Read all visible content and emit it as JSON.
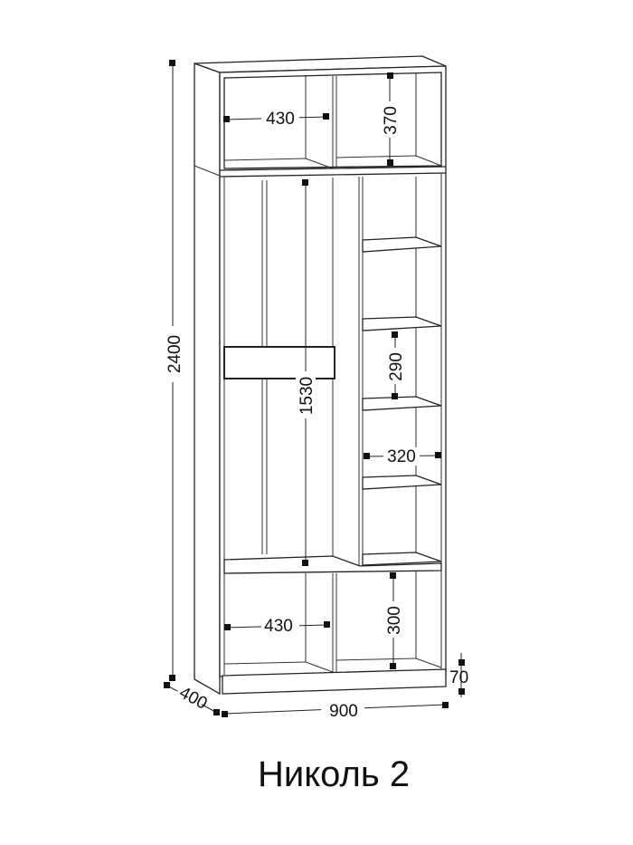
{
  "title": "Николь 2",
  "dimensions": {
    "height_total": "2400",
    "depth": "400",
    "width": "900",
    "plinth": "70",
    "top_niche_width": "430",
    "top_niche_height": "370",
    "hanging_height": "1530",
    "shelf_height": "290",
    "shelf_width": "320",
    "bottom_niche_width": "430",
    "bottom_niche_height": "300"
  }
}
